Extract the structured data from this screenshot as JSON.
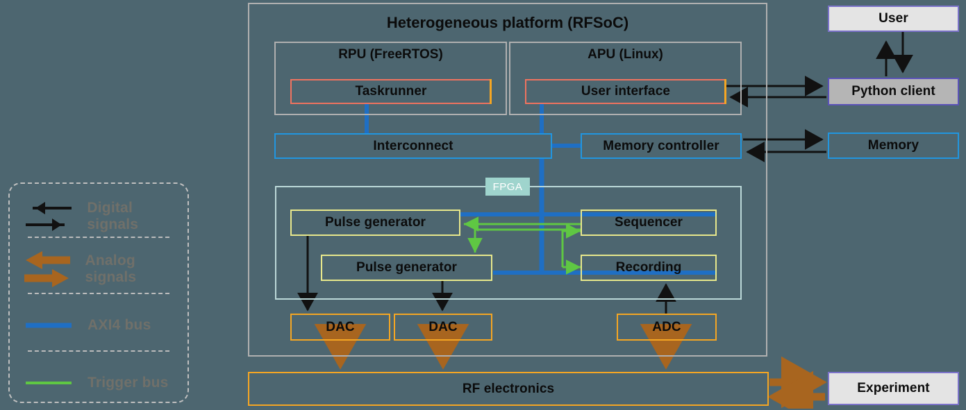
{
  "diagram": {
    "title": "Heterogeneous platform (RFSoC)",
    "platform": {
      "label": "Heterogeneous platform (RFSoC)",
      "rpu": {
        "label": "RPU (FreeRTOS)",
        "module": "Taskrunner"
      },
      "apu": {
        "label": "APU (Linux)",
        "module": "User interface"
      },
      "interconnect": "Interconnect",
      "memory_controller": "Memory controller",
      "fpga": {
        "tag": "FPGA",
        "pulse_generator_1": "Pulse generator",
        "pulse_generator_2": "Pulse generator",
        "sequencer": "Sequencer",
        "recording": "Recording"
      },
      "converters": {
        "dac_1": "DAC",
        "dac_2": "DAC",
        "adc": "ADC"
      }
    },
    "external": {
      "user": "User",
      "python_client": "Python client",
      "memory": "Memory",
      "experiment": "Experiment"
    },
    "rf_electronics": "RF electronics"
  },
  "legend": {
    "items": [
      {
        "label": "Digital signals",
        "symbol": "double-arrow-thin",
        "color": "#111111"
      },
      {
        "label": "Analog signals",
        "symbol": "double-arrow-thick",
        "color": "#a8651f"
      },
      {
        "label": "AXI4 bus",
        "symbol": "line",
        "color": "#1f6fc4"
      },
      {
        "label": "Trigger bus",
        "symbol": "line",
        "color": "#5fc743"
      }
    ]
  },
  "colors": {
    "background": "#4d6670",
    "container_border": "#b0b0b0",
    "fpga_border": "#bcd9d9",
    "fpga_tag_bg": "#9fd4cd",
    "axi_blue": "#1f6fc4",
    "trigger_green": "#5fc743",
    "analog_brown": "#a8651f",
    "digital_black": "#111111",
    "box_blue": "#2196e0",
    "box_yellow": "#e8e88c",
    "box_orange": "#f5a623",
    "box_salmon": "#f0735f",
    "box_violet": "#7b72c9",
    "legend_text": "#70706a"
  }
}
